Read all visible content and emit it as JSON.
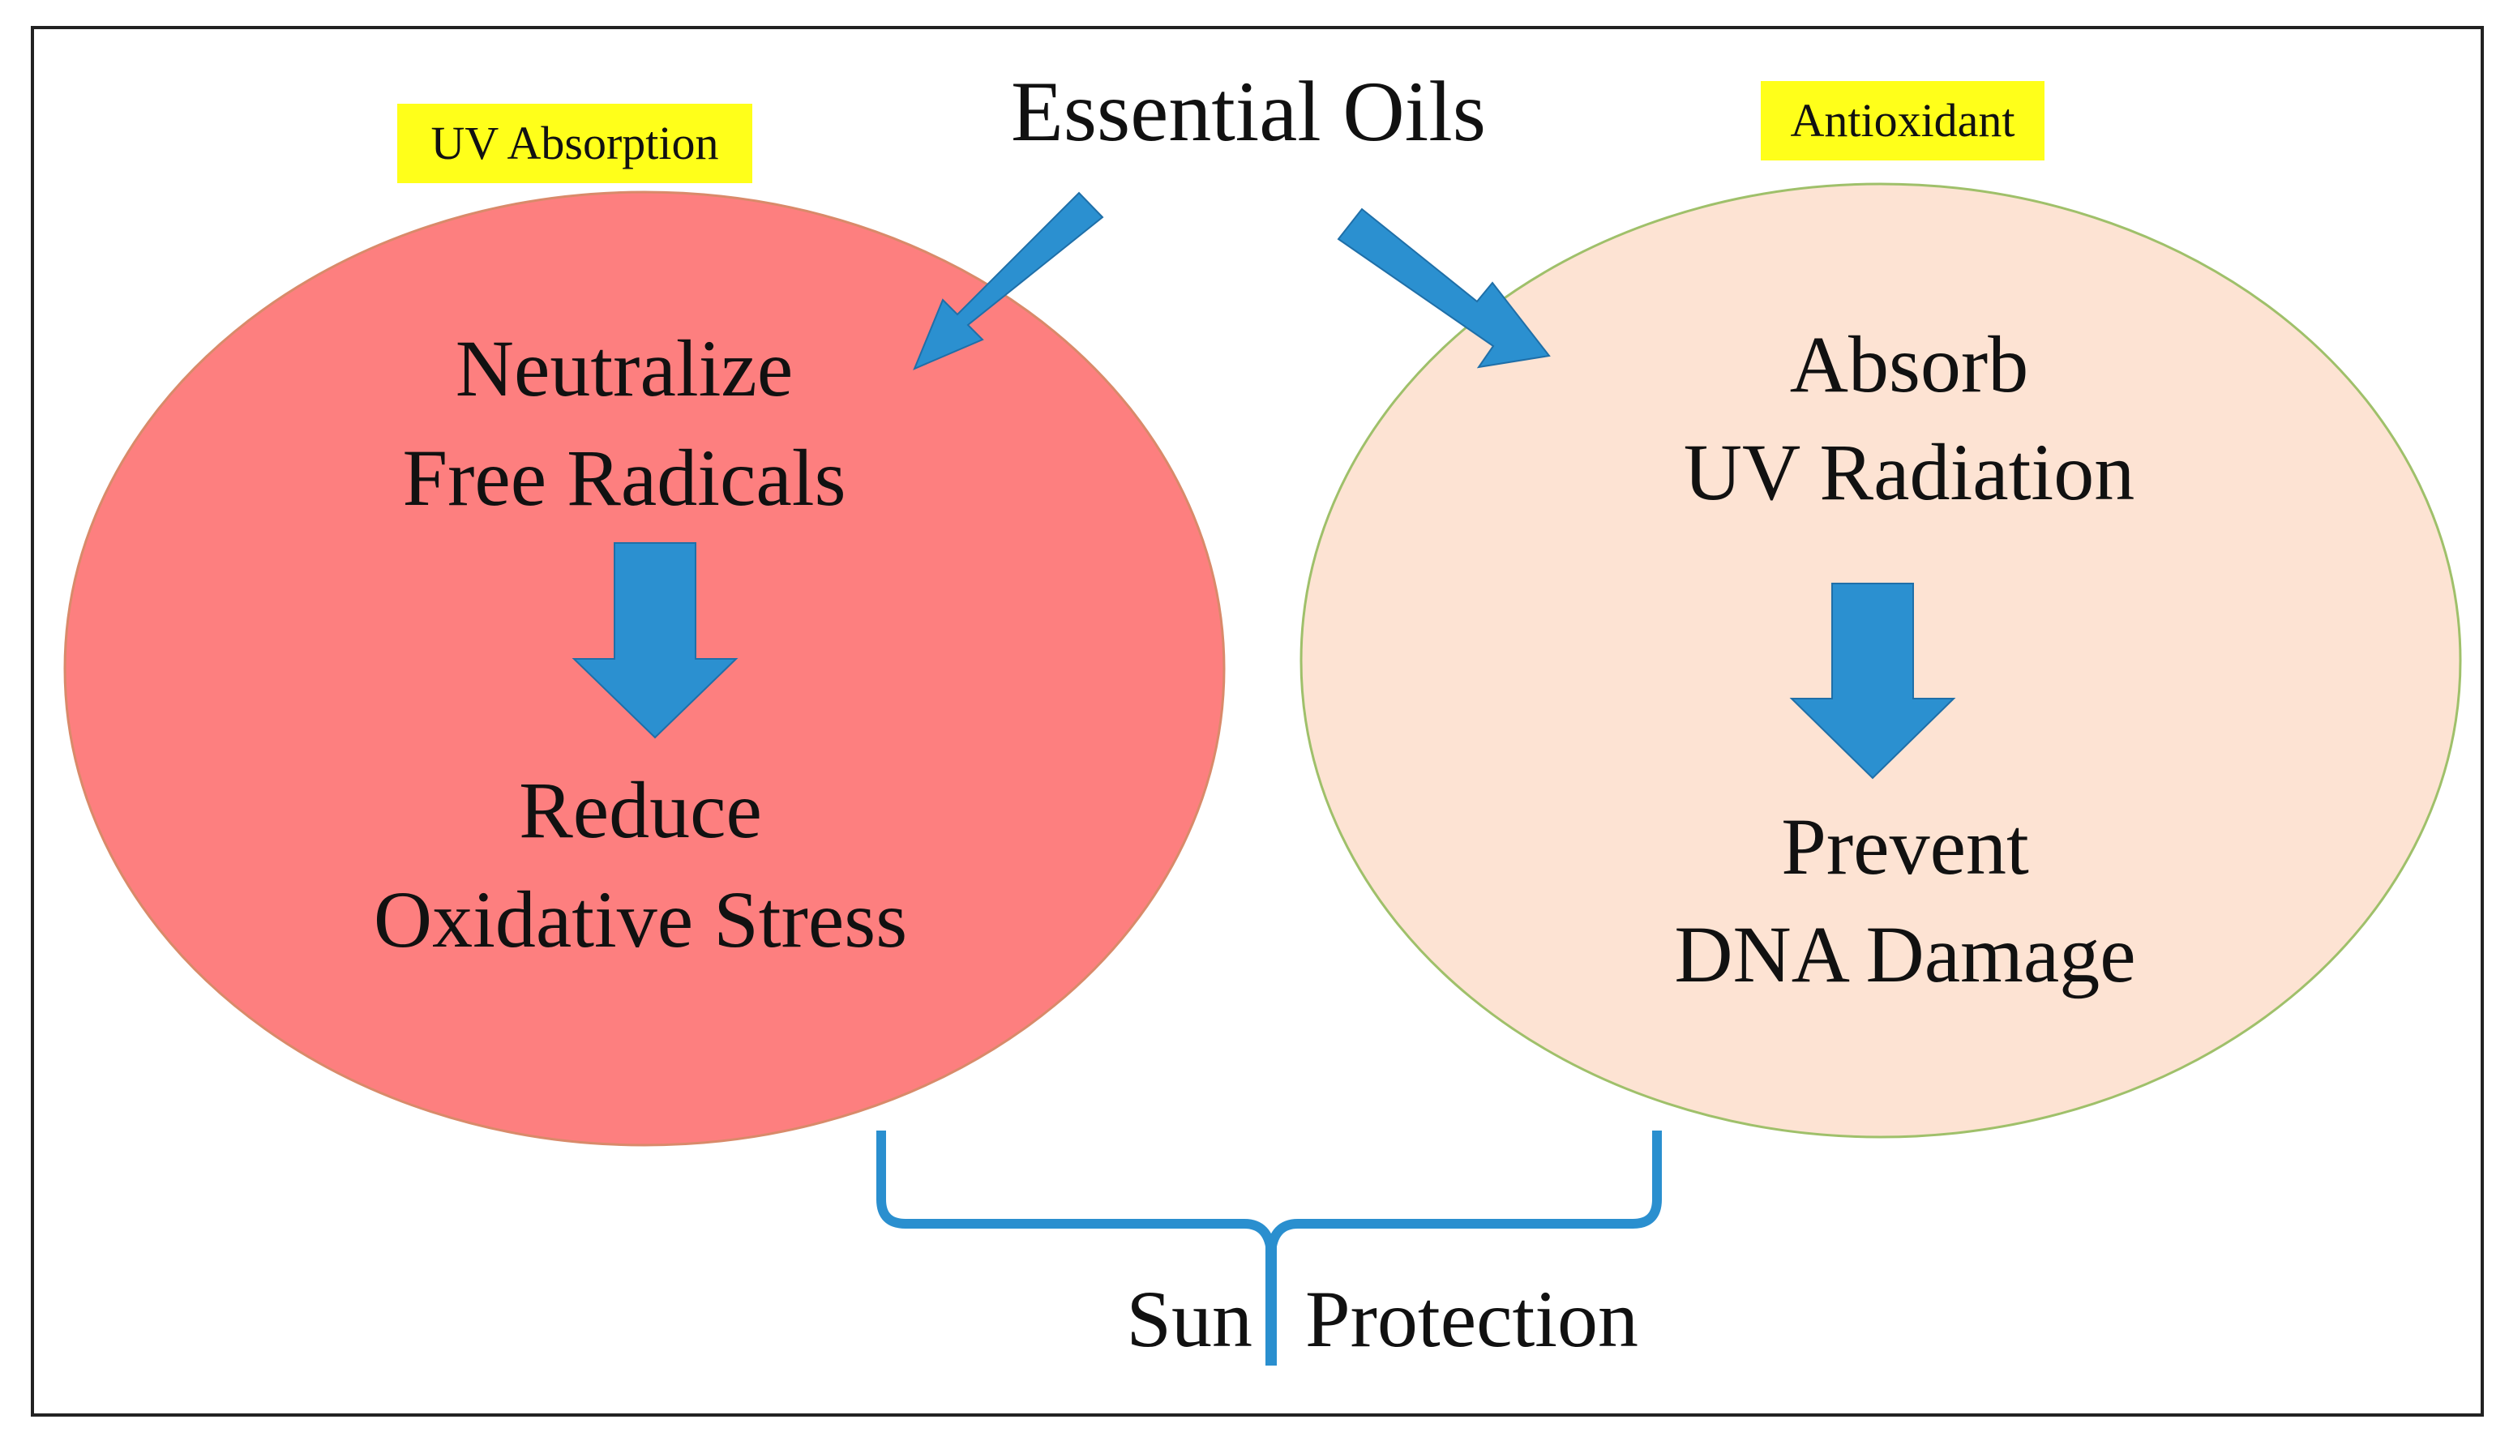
{
  "title": "Essential Oils",
  "tags": {
    "left": "UV Absorption",
    "right": "Antioxidant"
  },
  "left_circle": {
    "top_line1": "Neutralize",
    "top_line2": "Free Radicals",
    "bottom_line1": "Reduce",
    "bottom_line2": "Oxidative Stress",
    "color": "#fd7f7f"
  },
  "right_circle": {
    "top_line1": "Absorb",
    "top_line2": "UV Radiation",
    "bottom_line1": "Prevent",
    "bottom_line2": "DNA Damage",
    "color": "#fde3d3"
  },
  "bracket": {
    "word1": "Sun",
    "word2": "Protection"
  },
  "colors": {
    "arrow": "#2b90d0",
    "bracket": "#2a8fcf",
    "tag_bg": "#ffff1a",
    "frame": "#222222"
  }
}
